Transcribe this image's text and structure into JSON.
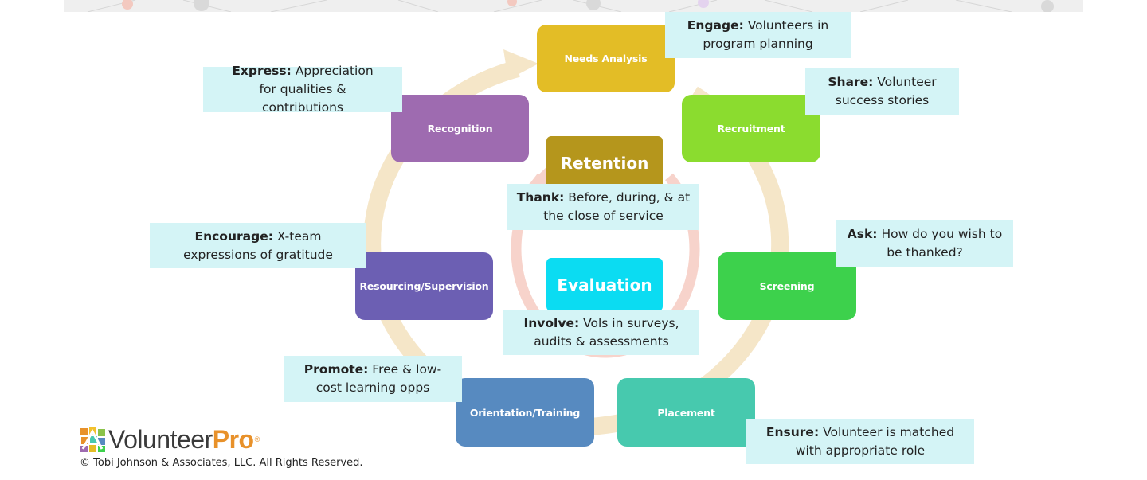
{
  "colors": {
    "outer_ring": "#f5e6c8",
    "inner_ring": "#f7d3cb",
    "note_bg": "#d4f4f6",
    "needs_analysis": "#e3bd26",
    "recruitment": "#8bdc2f",
    "screening": "#3dd14c",
    "placement": "#47c9ae",
    "orientation": "#578ac0",
    "resourcing": "#6c5fb3",
    "recognition": "#9e6bb0",
    "retention": "#b5961c",
    "evaluation": "#0bdcf2",
    "logo_pro": "#e8912a"
  },
  "stages": {
    "needs_analysis": "Needs Analysis",
    "recruitment": "Recruitment",
    "screening": "Screening",
    "placement": "Placement",
    "orientation": "Orientation/Training",
    "resourcing": "Resourcing/Supervision",
    "recognition": "Recognition"
  },
  "center": {
    "retention": "Retention",
    "evaluation": "Evaluation"
  },
  "notes": {
    "engage": {
      "bold": "Engage:",
      "text": " Volunteers in program planning"
    },
    "share": {
      "bold": "Share:",
      "text": " Volunteer success stories"
    },
    "ask": {
      "bold": "Ask:",
      "text": " How do you wish to be thanked?"
    },
    "ensure": {
      "bold": "Ensure:",
      "text": " Volunteer is matched with appropriate role"
    },
    "promote": {
      "bold": "Promote:",
      "text": " Free & low-cost learning opps"
    },
    "encourage": {
      "bold": "Encourage:",
      "text": " X-team expressions of gratitude"
    },
    "express": {
      "bold": "Express:",
      "text": " Appreciation for qualities & contributions"
    },
    "thank": {
      "bold": "Thank:",
      "text": " Before, during, & at the close of service"
    },
    "involve": {
      "bold": "Involve:",
      "text": " Vols in surveys, audits & assessments"
    }
  },
  "logo": {
    "name_part1": "Volunteer",
    "name_part2": "Pro",
    "registered": "®",
    "icon": "volunteerpro-logo-icon"
  },
  "copyright": "© Tobi Johnson & Associates, LLC. All Rights Reserved."
}
